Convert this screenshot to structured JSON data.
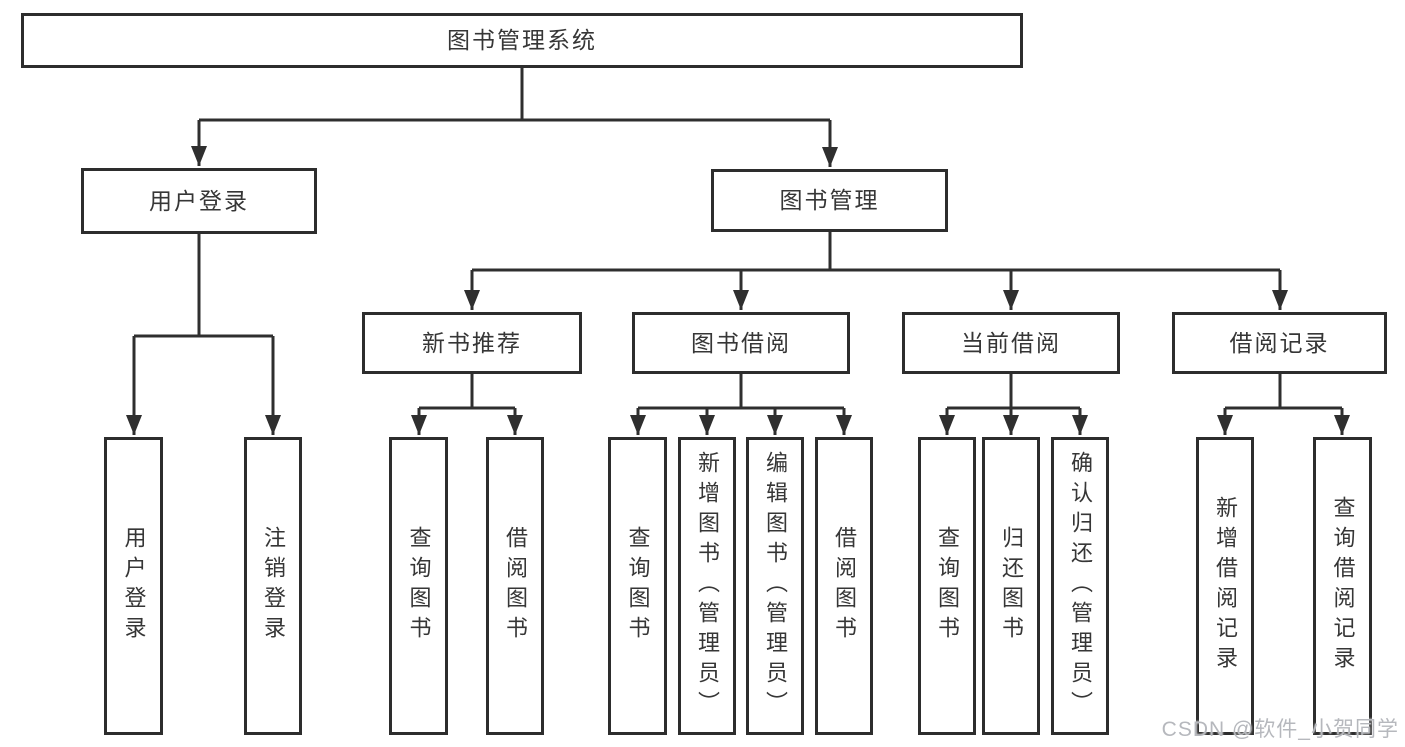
{
  "diagram": {
    "root": {
      "label": "图书管理系统"
    },
    "branches": [
      {
        "label": "用户登录",
        "children": [
          {
            "label": "用户登录"
          },
          {
            "label": "注销登录"
          }
        ]
      },
      {
        "label": "图书管理",
        "children": [
          {
            "label": "新书推荐",
            "children": [
              {
                "label": "查询图书"
              },
              {
                "label": "借阅图书"
              }
            ]
          },
          {
            "label": "图书借阅",
            "children": [
              {
                "label": "查询图书"
              },
              {
                "label": "新增图书（管理员）"
              },
              {
                "label": "编辑图书（管理员）"
              },
              {
                "label": "借阅图书"
              }
            ]
          },
          {
            "label": "当前借阅",
            "children": [
              {
                "label": "查询图书"
              },
              {
                "label": "归还图书"
              },
              {
                "label": "确认归还（管理员）"
              }
            ]
          },
          {
            "label": "借阅记录",
            "children": [
              {
                "label": "新增借阅记录"
              },
              {
                "label": "查询借阅记录"
              }
            ]
          }
        ]
      }
    ]
  },
  "watermark": {
    "text": "CSDN @软件_小贺同学"
  },
  "colors": {
    "line": "#2f2f2f",
    "box_border": "#2d2d2d",
    "text": "#363636",
    "watermark": "#b6b8bd",
    "background": "#ffffff"
  }
}
